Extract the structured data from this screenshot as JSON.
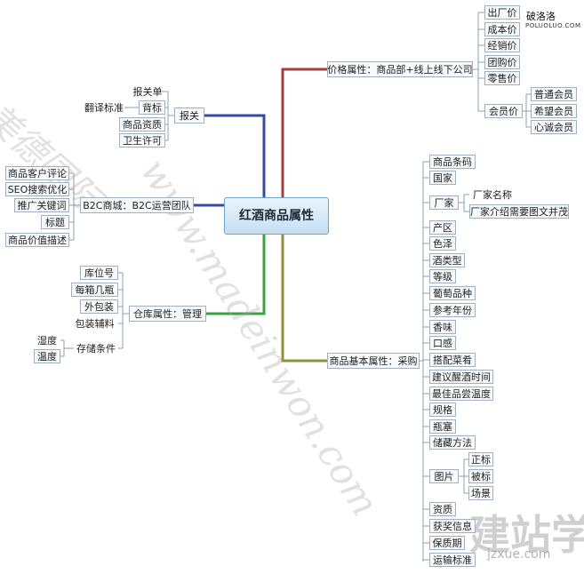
{
  "root": "红酒商品属性",
  "branches": {
    "price": {
      "label": "价格属性：商品部+线上线下公司",
      "items": [
        "出厂价",
        "成本价",
        "经销价",
        "团购价",
        "零售价"
      ],
      "member": {
        "label": "会员价",
        "items": [
          "普通会员",
          "希望会员",
          "心诚会员"
        ]
      }
    },
    "customs": {
      "label": "报关",
      "items": [
        "报关单",
        "商品资质",
        "卫生许可"
      ],
      "translate": {
        "label": "翻译标准",
        "item": "背标"
      }
    },
    "b2c": {
      "label": "B2C商城：B2C运营团队",
      "items": [
        "商品客户评论",
        "SEO搜索优化",
        "推广关键词",
        "标题",
        "商品价值描述"
      ]
    },
    "warehouse": {
      "label": "仓库属性：管理",
      "items": [
        "库位号",
        "每箱几瓶",
        "外包装",
        "包装辅料"
      ],
      "storage": {
        "label": "存储条件",
        "items": [
          "湿度",
          "温度"
        ]
      }
    },
    "basic": {
      "label": "商品基本属性：采购",
      "items_a": [
        "商品条码",
        "国家"
      ],
      "maker": {
        "label": "厂家",
        "items": [
          "厂家名称",
          "厂家介绍需要图文并茂"
        ]
      },
      "items_b": [
        "产区",
        "色泽",
        "酒类型",
        "等级",
        "葡萄品种",
        "参考年份",
        "香味",
        "口感",
        "搭配菜肴",
        "建议醒酒时间",
        "最佳品尝温度",
        "规格",
        "瓶塞",
        "储藏方法"
      ],
      "picture": {
        "label": "图片",
        "items": [
          "正标",
          "被标",
          "场景"
        ]
      },
      "items_c": [
        "资质",
        "获奖信息",
        "保质期",
        "运输标准"
      ]
    }
  },
  "watermarks": {
    "brand": "破洛洛",
    "brand_url": "POLUOLUO.COM",
    "site_cn": "建站学",
    "site_url": "jzxue.com",
    "diag1": "美德国际",
    "diag2": "www.madeinwon.com"
  },
  "colors": {
    "price_line": "#a04040",
    "customs_line": "#3a4aa0",
    "b2c_line": "#3a4aa0",
    "warehouse_line": "#3aa040",
    "basic_line": "#909040",
    "leaf_line": "#8aa0b8"
  }
}
